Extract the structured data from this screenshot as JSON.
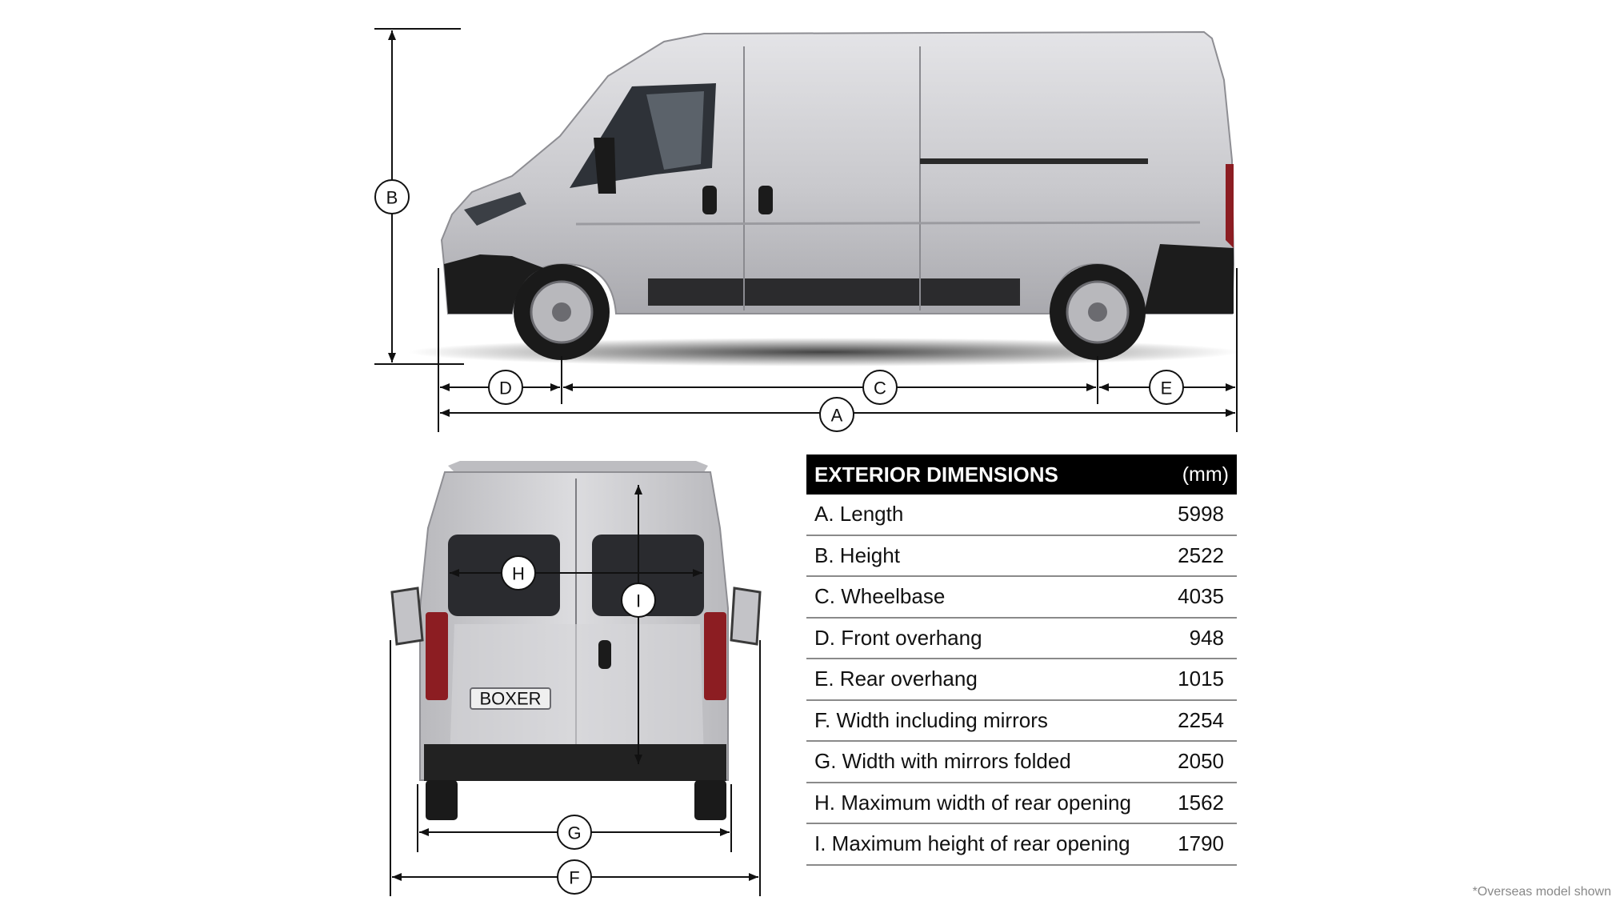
{
  "markers": {
    "A": "A",
    "B": "B",
    "C": "C",
    "D": "D",
    "E": "E",
    "F": "F",
    "G": "G",
    "H": "H",
    "I": "I"
  },
  "rear_badge": "BOXER",
  "table": {
    "title": "EXTERIOR DIMENSIONS",
    "unit": "(mm)",
    "rows": [
      {
        "label": "A. Length",
        "value": "5998"
      },
      {
        "label": "B. Height",
        "value": "2522"
      },
      {
        "label": "C. Wheelbase",
        "value": "4035"
      },
      {
        "label": "D. Front overhang",
        "value": "948"
      },
      {
        "label": "E. Rear overhang",
        "value": "1015"
      },
      {
        "label": "F. Width including mirrors",
        "value": "2254"
      },
      {
        "label": "G. Width with mirrors folded",
        "value": "2050"
      },
      {
        "label": "H. Maximum width of rear opening",
        "value": "1562"
      },
      {
        "label": "I. Maximum height of rear opening",
        "value": "1790"
      }
    ]
  },
  "footnote": "*Overseas model shown",
  "colors": {
    "van_body": "#c8c8cc",
    "trim": "#1c1c1c",
    "header_bg": "#000000"
  }
}
